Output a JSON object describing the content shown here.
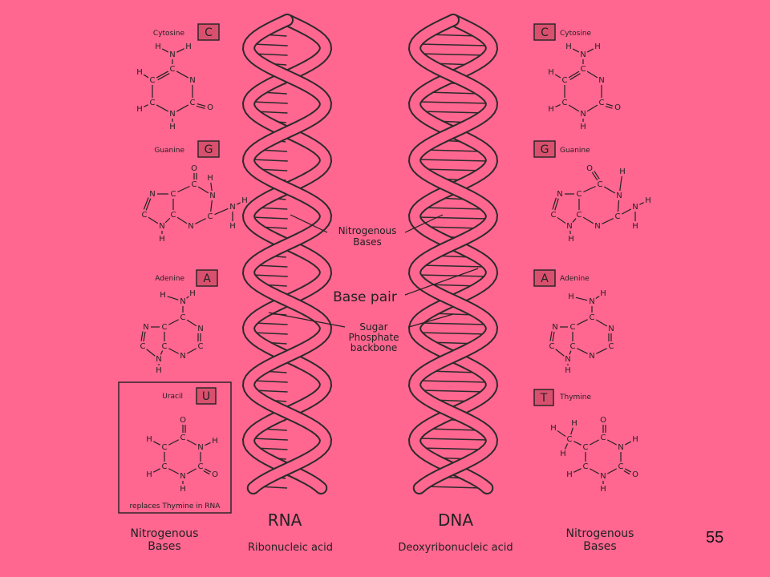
{
  "slide_number": "55",
  "bases_left": {
    "cytosine": {
      "name": "Cytosine",
      "letter": "C"
    },
    "guanine": {
      "name": "Guanine",
      "letter": "G"
    },
    "adenine": {
      "name": "Adenine",
      "letter": "A"
    },
    "uracil": {
      "name": "Uracil",
      "letter": "U",
      "note": "replaces Thymine in RNA"
    }
  },
  "bases_right": {
    "cytosine": {
      "name": "Cytosine",
      "letter": "C"
    },
    "guanine": {
      "name": "Guanine",
      "letter": "G"
    },
    "adenine": {
      "name": "Adenine",
      "letter": "A"
    },
    "thymine": {
      "name": "Thymine",
      "letter": "T"
    }
  },
  "labels": {
    "nitrogenous_bases_1": "Nitrogenous",
    "nitrogenous_bases_2": "Bases",
    "base_pair": "Base pair",
    "backbone_1": "Sugar",
    "backbone_2": "Phosphate",
    "backbone_3": "backbone"
  },
  "footer": {
    "left_1": "Nitrogenous",
    "left_2": "Bases",
    "rna": "RNA",
    "rna_full": "Ribonucleic acid",
    "dna": "DNA",
    "dna_full": "Deoxyribonucleic acid",
    "right_1": "Nitrogenous",
    "right_2": "Bases"
  },
  "atoms": {
    "C": "C",
    "N": "N",
    "H": "H",
    "O": "O"
  },
  "colors": {
    "background": "#ff6690",
    "box_fill": "#d9506e",
    "line": "#2b2b2b"
  }
}
